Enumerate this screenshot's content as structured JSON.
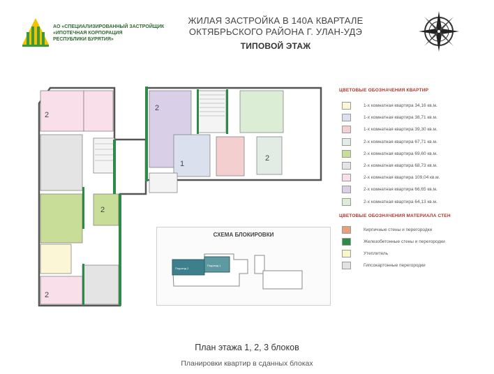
{
  "header": {
    "org_lines": [
      "АО «СПЕЦИАЛИЗИРОВАННЫЙ ЗАСТРОЙЩИК",
      "«ИПОТЕЧНАЯ КОРПОРАЦИЯ",
      "РЕСПУБЛИКИ БУРЯТИЯ»"
    ],
    "title_line1": "ЖИЛАЯ ЗАСТРОЙКА В 140А КВАРТАЛЕ",
    "title_line2": "ОКТЯБРЬСКОГО РАЙОНА Г. УЛАН-УДЭ",
    "subtitle": "ТИПОВОЙ ЭТАЖ"
  },
  "legend": {
    "apartments_heading": "ЦВЕТОВЫЕ ОБОЗНАЧЕНИЯ КВАРТИР",
    "apartments": [
      {
        "label": "1-х комнатная квартира 34,16 кв.м.",
        "color": "#fbf7d6"
      },
      {
        "label": "1-х комнатная квартира 38,71 кв.м.",
        "color": "#dbe0ef"
      },
      {
        "label": "1-х комнатная квартира 39,30 кв.м.",
        "color": "#f3cfd0"
      },
      {
        "label": "2-х комнатная квартира 67,71 кв.м.",
        "color": "#e2ece4"
      },
      {
        "label": "2-х комнатная квартира 69,60 кв.м.",
        "color": "#c8de98"
      },
      {
        "label": "2-х комнатная квартира 68,73 кв.м.",
        "color": "#e4e4e4"
      },
      {
        "label": "2-х комнатная квартира 109,04 кв.м.",
        "color": "#f9dfe9"
      },
      {
        "label": "2-х комнатная квартира 66,65 кв.м.",
        "color": "#d9d0e8"
      },
      {
        "label": "2-х комнатная квартира 64,13 кв.м.",
        "color": "#dbeed5"
      }
    ],
    "walls_heading": "ЦВЕТОВЫЕ ОБОЗНАЧЕНИЯ МАТЕРИАЛА СТЕН",
    "walls": [
      {
        "label": "Кирпичные стены и перегородки",
        "color": "#e8a07a"
      },
      {
        "label": "Железобетонные стены и перегородки",
        "color": "#2e8a46"
      },
      {
        "label": "Утеплитель",
        "color": "#fbf6c8"
      },
      {
        "label": "Гипсокартонные перегородки",
        "color": "#e2e2e2"
      }
    ]
  },
  "scheme": {
    "title": "СХЕМА БЛОКИРОВКИ",
    "block_labels": [
      "Подъезд 2",
      "Подъезд 1"
    ]
  },
  "plan": {
    "room_numbers": [
      "2",
      "2",
      "1",
      "2",
      "2",
      "2"
    ]
  },
  "footer": {
    "line1": "План этажа 1, 2, 3 блоков",
    "line2": "Планировки квартир в сданных блоках"
  }
}
